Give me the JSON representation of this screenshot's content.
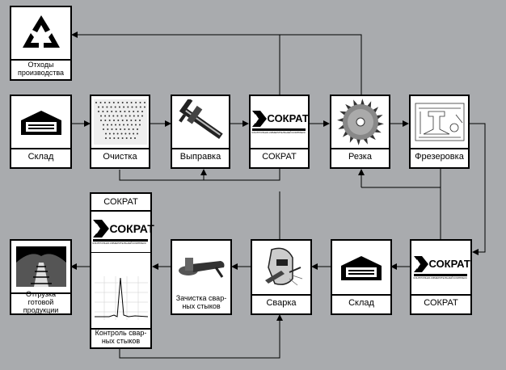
{
  "nodes": {
    "waste": {
      "label": "Отходы производства",
      "icon": "recycle-icon"
    },
    "warehouse1": {
      "label": "Склад",
      "icon": "warehouse-icon"
    },
    "cleaning": {
      "label": "Очистка",
      "icon": "shot-blast-icon"
    },
    "straightening": {
      "label": "Выправка",
      "icon": "caliper-icon"
    },
    "sokrat1": {
      "label": "СОКРАТ",
      "icon": "sokrat-logo-icon"
    },
    "cutting": {
      "label": "Резка",
      "icon": "saw-blade-icon"
    },
    "milling": {
      "label": "Фрезеровка",
      "icon": "rail-profile-drawing-icon"
    },
    "sokrat2": {
      "label": "СОКРАТ",
      "icon": "sokrat-logo-icon"
    },
    "warehouse2": {
      "label": "Склад",
      "icon": "warehouse-icon"
    },
    "welding": {
      "label": "Сварка",
      "icon": "welder-mask-icon"
    },
    "grinding": {
      "label": "Зачистка свар-ных стыков",
      "icon": "angle-grinder-icon"
    },
    "control": {
      "title": "СОКРАТ",
      "label": "Контроль свар-ных стыков",
      "icon": "ultrasonic-signal-icon"
    },
    "shipping": {
      "label": "Отгрузка готовой продукции",
      "icon": "rail-track-icon"
    }
  },
  "logo": {
    "text": "СОКРАТ",
    "tagline": "КОНТРОЛЬНО-ИЗМЕРИТЕЛЬНЫЙ КОМПЛЕКС"
  }
}
